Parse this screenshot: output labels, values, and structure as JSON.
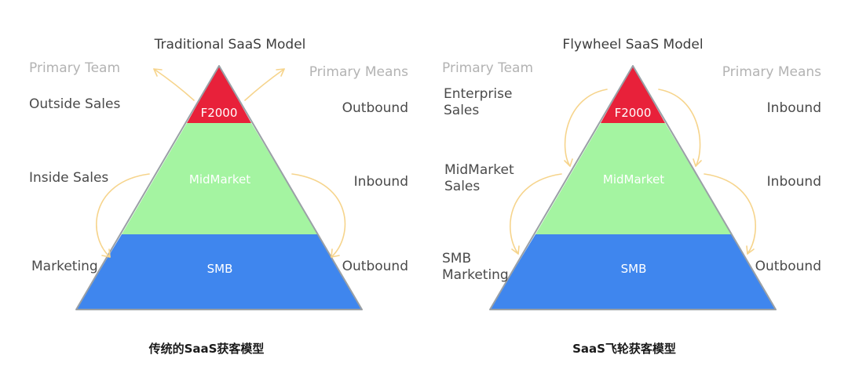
{
  "diagrams": [
    {
      "title": "Traditional SaaS Model",
      "primary_team_header": "Primary Team",
      "primary_means_header": "Primary Means",
      "tiers": [
        "F2000",
        "MidMarket",
        "SMB"
      ],
      "teams": [
        [
          "Outside Sales"
        ],
        [
          "Inside Sales"
        ],
        [
          "Marketing"
        ]
      ],
      "means": [
        "Outbound",
        "Inbound",
        "Outbound"
      ],
      "caption": "传统的SaaS获客模型",
      "colors": {
        "top": "#e8213a",
        "middle": "#a4f4a1",
        "bottom": "#3f86ee",
        "arrow": "#f6d48c"
      }
    },
    {
      "title": "Flywheel SaaS Model",
      "primary_team_header": "Primary Team",
      "primary_means_header": "Primary Means",
      "tiers": [
        "F2000",
        "MidMarket",
        "SMB"
      ],
      "teams": [
        [
          "Enterprise",
          "Sales"
        ],
        [
          "MidMarket",
          "Sales"
        ],
        [
          "SMB",
          "Marketing"
        ]
      ],
      "means": [
        "Inbound",
        "Inbound",
        "Outbound"
      ],
      "caption": "SaaS飞轮获客模型",
      "colors": {
        "top": "#e8213a",
        "middle": "#a4f4a1",
        "bottom": "#3f86ee",
        "arrow": "#f6d48c"
      }
    }
  ]
}
